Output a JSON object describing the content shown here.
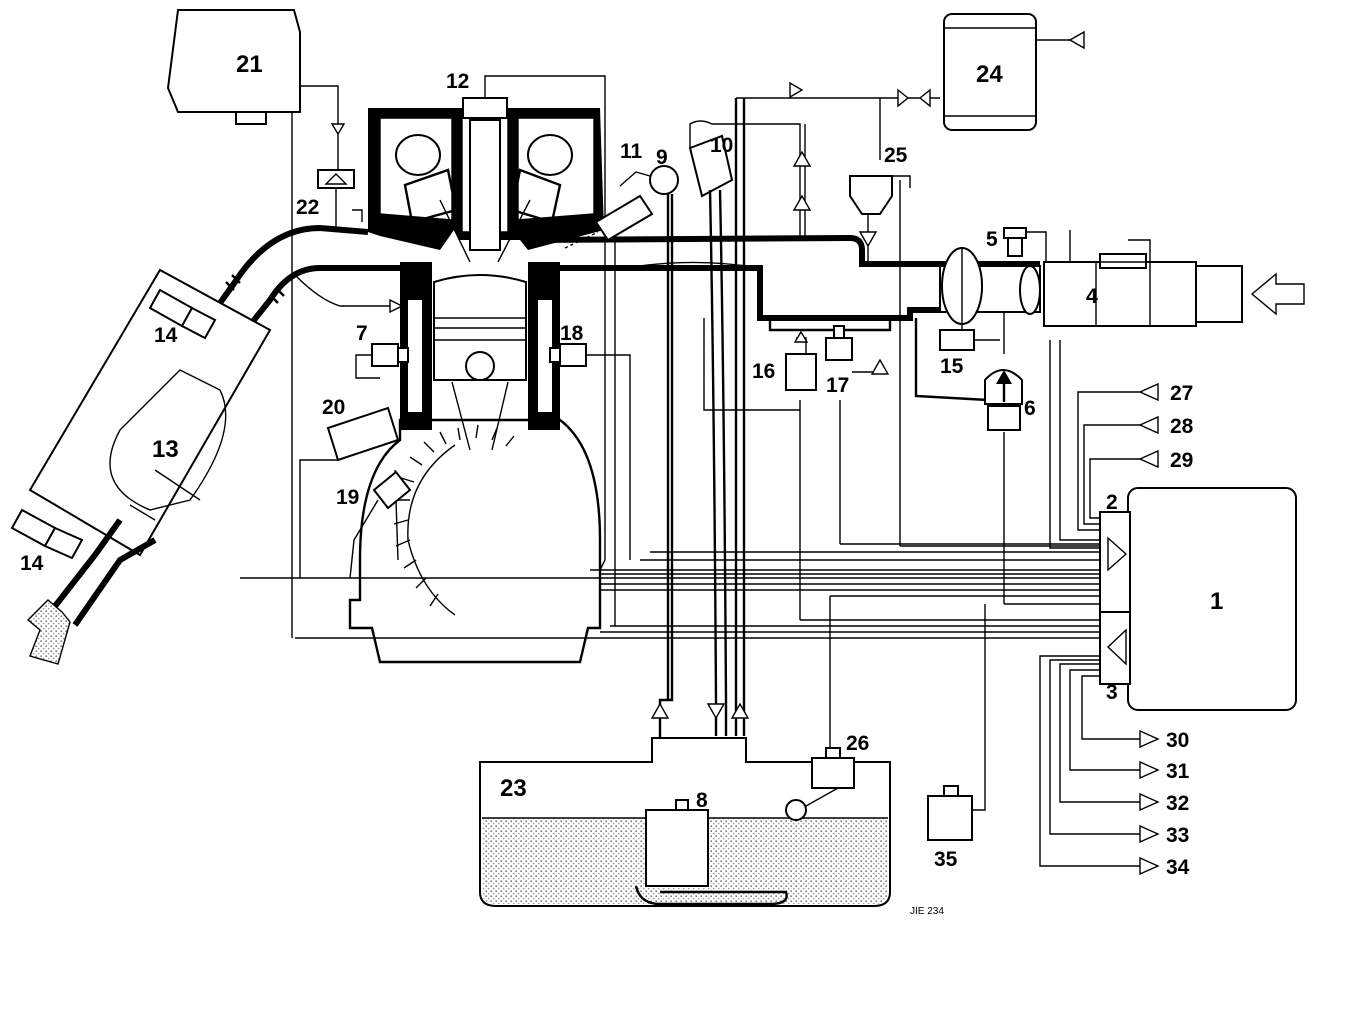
{
  "diagram": {
    "labels": {
      "l1": "1",
      "l2": "2",
      "l3": "3",
      "l4": "4",
      "l5": "5",
      "l6": "6",
      "l7": "7",
      "l8": "8",
      "l9": "9",
      "l10": "10",
      "l11": "11",
      "l12": "12",
      "l13": "13",
      "l14a": "14",
      "l14b": "14",
      "l15": "15",
      "l16": "16",
      "l17": "17",
      "l18": "18",
      "l19": "19",
      "l20": "20",
      "l21": "21",
      "l22": "22",
      "l23": "23",
      "l24": "24",
      "l25": "25",
      "l26": "26",
      "l27": "27",
      "l28": "28",
      "l29": "29",
      "l30": "30",
      "l31": "31",
      "l32": "32",
      "l33": "33",
      "l34": "34",
      "l35": "35"
    },
    "drawing_code": "JIE 234",
    "colors": {
      "ink": "#000000",
      "paper": "#ffffff",
      "fuel_shading": "#c8c8c8"
    }
  }
}
